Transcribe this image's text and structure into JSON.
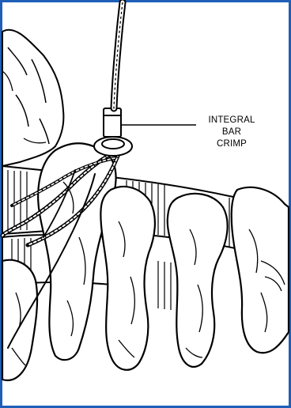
{
  "figure": {
    "callout": {
      "line1": "INTEGRAL",
      "line2": "BAR",
      "line3": "CRIMP"
    },
    "icons": {
      "cable": "wire-cable-icon",
      "crimp": "bar-crimp-icon",
      "spine": "vertebrae-illustration"
    },
    "colors": {
      "border": "#1f5fb8",
      "ink": "#000000",
      "background": "#ffffff"
    }
  }
}
